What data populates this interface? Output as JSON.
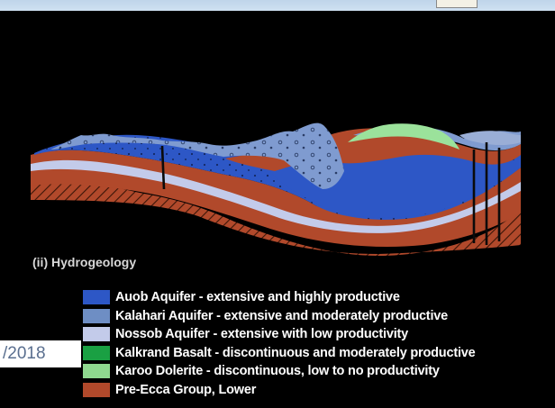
{
  "slide": {
    "date_fragment": "/2018"
  },
  "diagram": {
    "label": "(ii) Hydrogeology"
  },
  "legend": {
    "items": [
      {
        "label": "Auob Aquifer  - extensive and highly productive",
        "color": "#2d57c6"
      },
      {
        "label": "Kalahari Aquifer - extensive and moderately productive",
        "color": "#6e8ec4"
      },
      {
        "label": "Nossob Aquifer - extensive with low productivity",
        "color": "#c3cbea"
      },
      {
        "label": "Kalkrand Basalt - discontinuous and moderately productive",
        "color": "#1aa043"
      },
      {
        "label": "Karoo Dolerite - discontinuous, low to no productivity",
        "color": "#8fd98f"
      },
      {
        "label": "Pre-Ecca Group, Lower",
        "color": "#b1492b"
      }
    ]
  },
  "colors": {
    "auob": "#2d57c6",
    "kalahari": "#7f9bd0",
    "nossob": "#c3cbea",
    "basalt": "#1aa043",
    "dolerite": "#9be29b",
    "pre_ecca": "#b1492b",
    "background": "#000000"
  }
}
